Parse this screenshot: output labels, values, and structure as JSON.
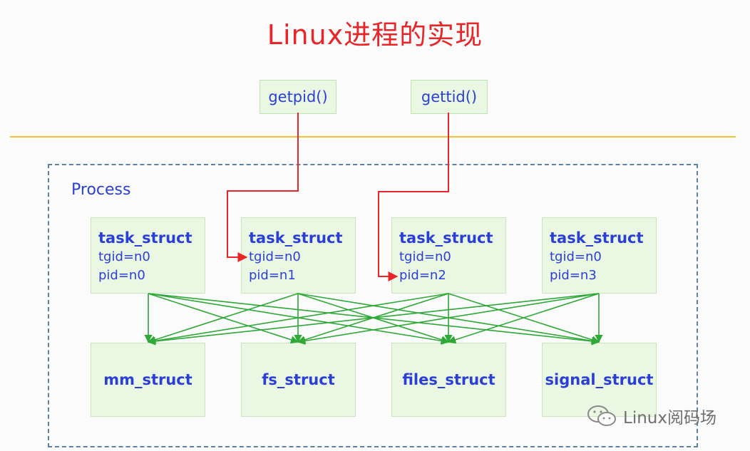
{
  "title": "Linux进程的实现",
  "apis": [
    {
      "label": "getpid()"
    },
    {
      "label": "gettid()"
    }
  ],
  "process_label": "Process",
  "tasks": [
    {
      "title": "task_struct",
      "tgid": "tgid=n0",
      "pid": "pid=n0"
    },
    {
      "title": "task_struct",
      "tgid": "tgid=n0",
      "pid": "pid=n1"
    },
    {
      "title": "task_struct",
      "tgid": "tgid=n0",
      "pid": "pid=n2"
    },
    {
      "title": "task_struct",
      "tgid": "tgid=n0",
      "pid": "pid=n3"
    }
  ],
  "resources": [
    {
      "label": "mm_struct"
    },
    {
      "label": "fs_struct"
    },
    {
      "label": "files_struct"
    },
    {
      "label": "signal_struct"
    }
  ],
  "watermark": "Linux阅码场",
  "colors": {
    "title": "#e8262a",
    "text": "#2b3fd6",
    "box_fill": "#eaf7e3",
    "green_arrow": "#2ea836",
    "red_arrow": "#e8262a",
    "divider": "#f5c23c",
    "frame": "#5e82a3"
  },
  "icons": [
    "wechat-icon"
  ]
}
